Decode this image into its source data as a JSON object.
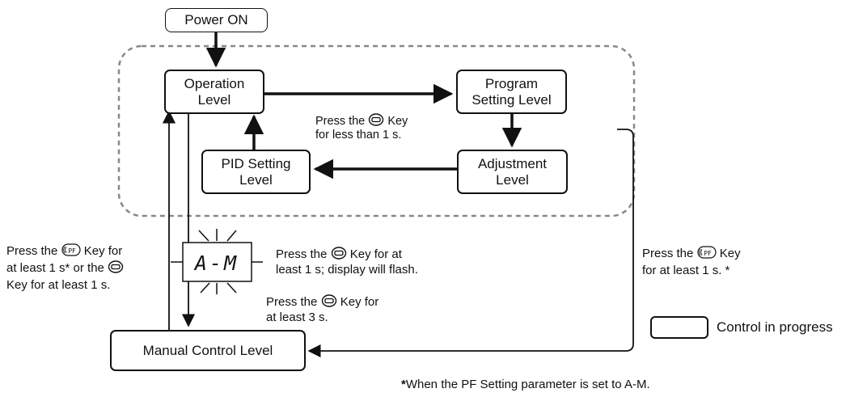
{
  "nodes": {
    "power_on": "Power ON",
    "operation": "Operation\nLevel",
    "program": "Program\nSetting Level",
    "adjustment": "Adjustment\nLevel",
    "pid": "PID Setting\nLevel",
    "manual": "Manual Control Level"
  },
  "notes": {
    "center_key": {
      "pre": "Press the",
      "key": "mode-key",
      "post": "Key",
      "line2": "for less than 1 s."
    },
    "left": {
      "l1_pre": "Press the",
      "l1_key": "pf-key",
      "l1_post": "Key  for",
      "l2_pre": "at least 1 s* or the",
      "l2_key": "mode-key",
      "line3": "Key for at least 1 s."
    },
    "flash": {
      "pre": "Press the",
      "key": "mode-key",
      "post": "Key for at",
      "line2": "least 1 s; display will flash."
    },
    "three_s": {
      "pre": "Press the",
      "key": "mode-key",
      "post": "Key for",
      "line2": "at least 3 s."
    },
    "right": {
      "pre": "Press the",
      "key": "pf-key",
      "post": "Key",
      "line2": "for at least 1 s. *"
    }
  },
  "display_text": "A-M",
  "legend": {
    "label": "Control in progress"
  },
  "footnote": {
    "star": "*",
    "text": "When the PF Setting parameter is set to A-M."
  }
}
